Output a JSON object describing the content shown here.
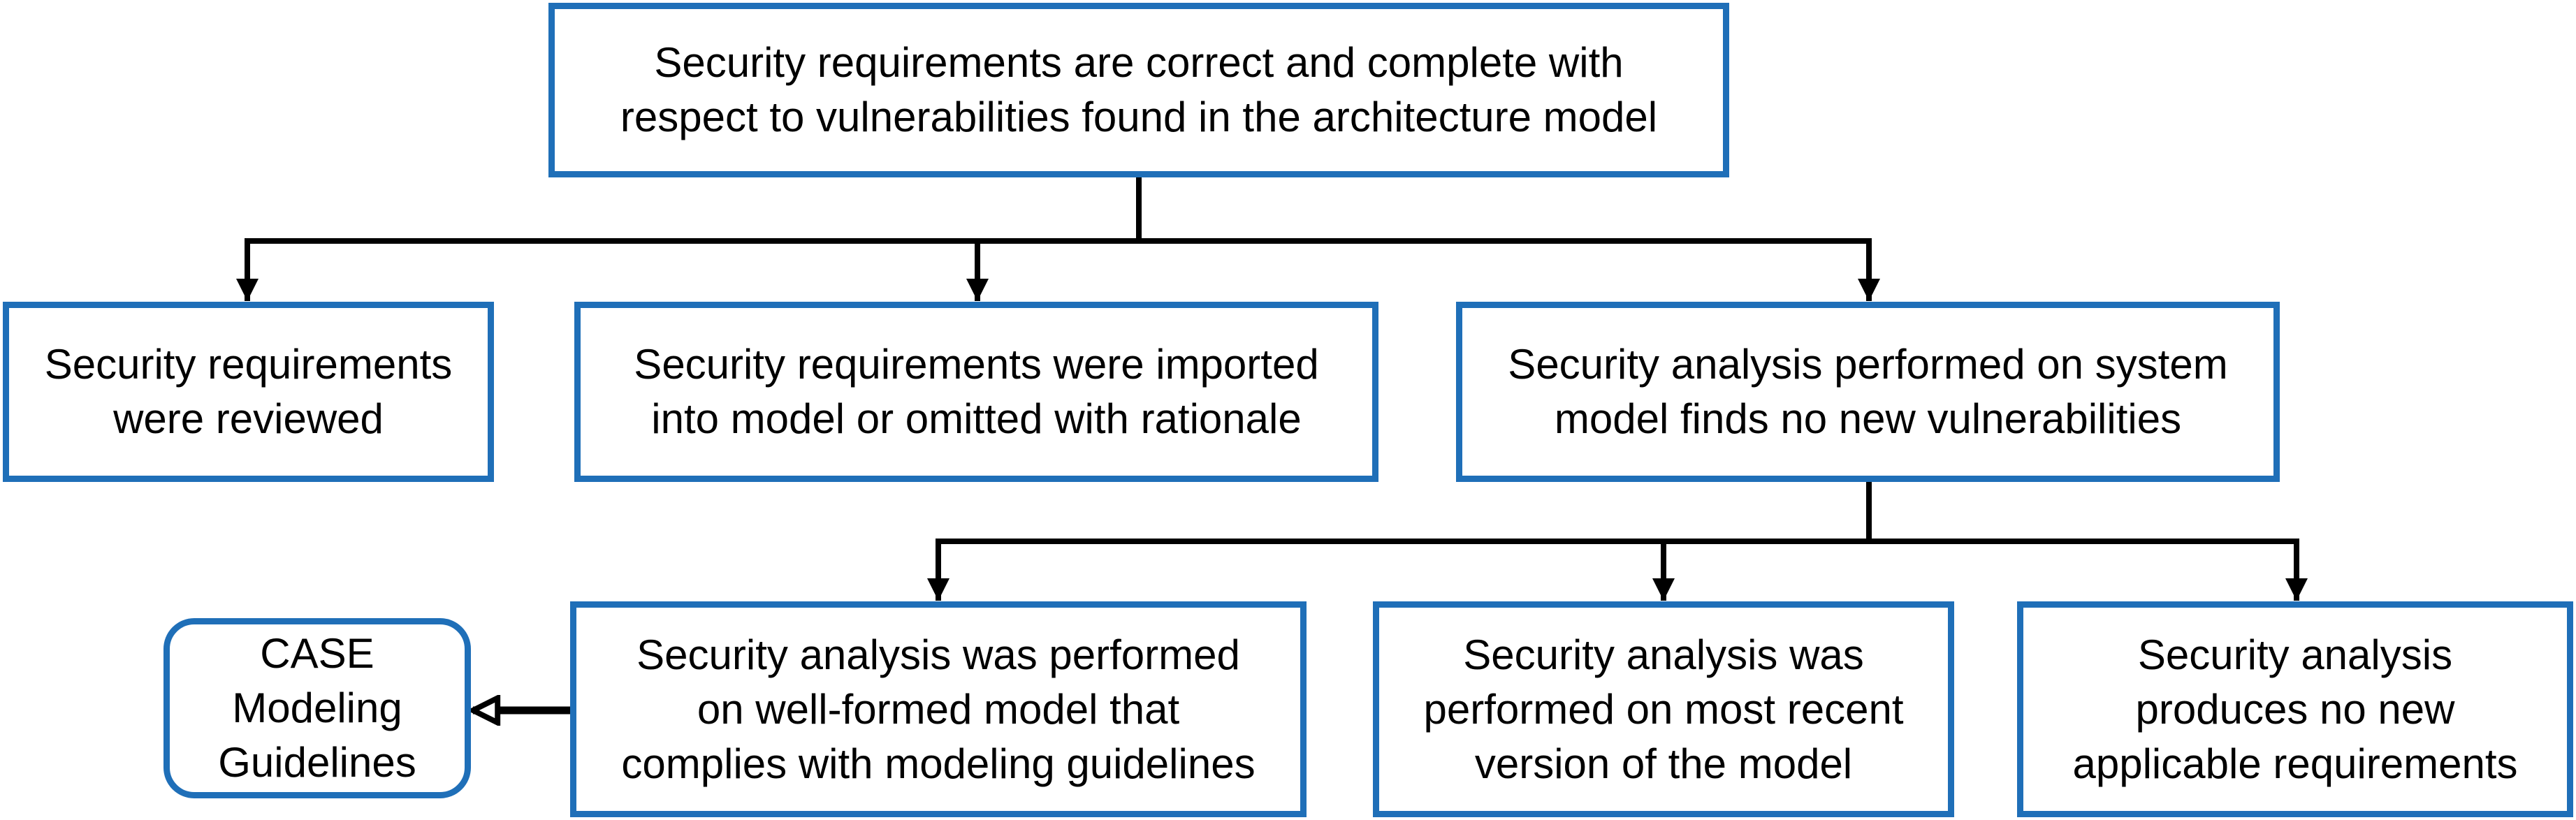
{
  "diagram": {
    "type": "goal-structure",
    "colors": {
      "box_border": "#1f6fb8",
      "connector": "#000000",
      "text": "#000000",
      "background": "#ffffff"
    },
    "nodes": {
      "root": {
        "label": "Security requirements are correct and complete with\nrespect to vulnerabilities found in the architecture model"
      },
      "reviewed": {
        "label": "Security requirements\nwere reviewed"
      },
      "imported": {
        "label": "Security requirements were imported\ninto model or omitted with rationale"
      },
      "analysis_no_vuln": {
        "label": "Security analysis performed on system\nmodel finds no new vulnerabilities"
      },
      "well_formed": {
        "label": "Security analysis was performed\non well-formed model that\ncomplies with modeling guidelines"
      },
      "recent_version": {
        "label": "Security analysis was\nperformed on most recent\nversion of the model"
      },
      "no_new_reqs": {
        "label": "Security analysis\nproduces no new\napplicable requirements"
      },
      "case_guidelines": {
        "label": "CASE\nModeling\nGuidelines"
      }
    },
    "edges": [
      {
        "from": "root",
        "to": "reviewed",
        "kind": "supported-by"
      },
      {
        "from": "root",
        "to": "imported",
        "kind": "supported-by"
      },
      {
        "from": "root",
        "to": "analysis_no_vuln",
        "kind": "supported-by"
      },
      {
        "from": "analysis_no_vuln",
        "to": "well_formed",
        "kind": "supported-by"
      },
      {
        "from": "analysis_no_vuln",
        "to": "recent_version",
        "kind": "supported-by"
      },
      {
        "from": "analysis_no_vuln",
        "to": "no_new_reqs",
        "kind": "supported-by"
      },
      {
        "from": "well_formed",
        "to": "case_guidelines",
        "kind": "in-context-of"
      }
    ]
  }
}
